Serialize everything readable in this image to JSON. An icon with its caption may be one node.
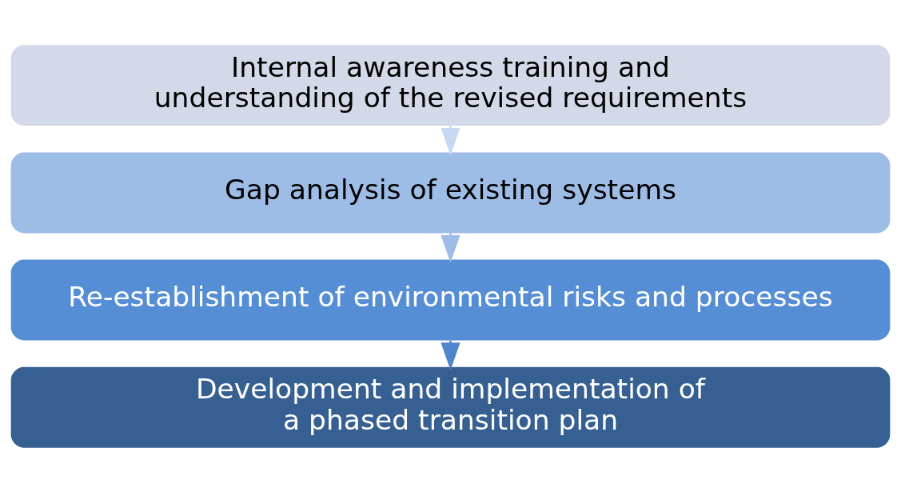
{
  "diagram": {
    "nodes": [
      {
        "text": [
          "Internal awareness training and understanding of the revised requirements"
        ]
      },
      {
        "text": [
          "Gap analysis of existing systems"
        ]
      },
      {
        "text": [
          "Re-establishment of environmental risks and processes"
        ]
      },
      {
        "text": [
          "Development and implementation of a phased transition plan"
        ]
      }
    ],
    "edges": [
      {
        "from": 0,
        "to": 1,
        "arrow": "to",
        "color": "#c6d9f1"
      },
      {
        "from": 1,
        "to": 2,
        "arrow": "to",
        "color": "#9dbce6"
      },
      {
        "from": 2,
        "to": 3,
        "arrow": "to",
        "color": "#4f85cc"
      }
    ]
  }
}
